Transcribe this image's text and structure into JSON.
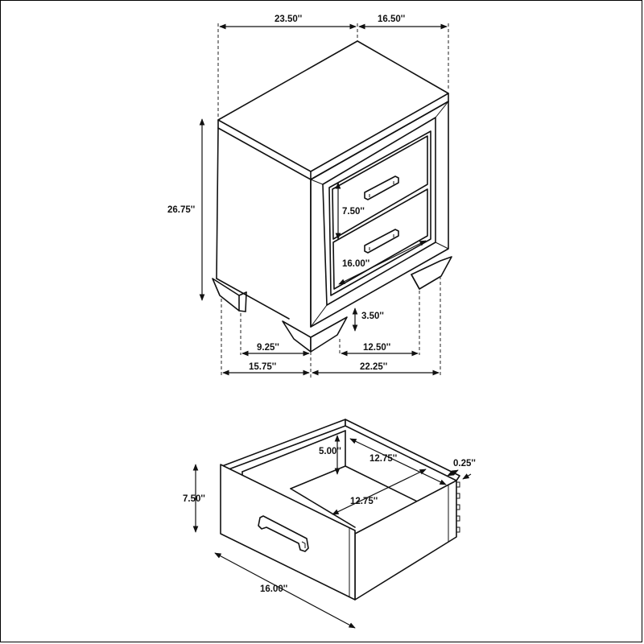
{
  "nightstand": {
    "width": "23.50''",
    "depth": "16.50''",
    "height": "26.75''",
    "drawer_height": "7.50''",
    "drawer_width": "16.00''",
    "leg_height": "3.50''",
    "leg_gap_side": "9.25''",
    "leg_gap_front": "12.50''",
    "base_side": "15.75''",
    "base_front": "22.25''"
  },
  "drawer": {
    "interior_depth": "5.00''",
    "interior_width_back": "12.75''",
    "interior_width_floor": "12.75''",
    "side_thickness": "0.25''",
    "front_height": "7.50''",
    "front_width": "16.00''"
  }
}
